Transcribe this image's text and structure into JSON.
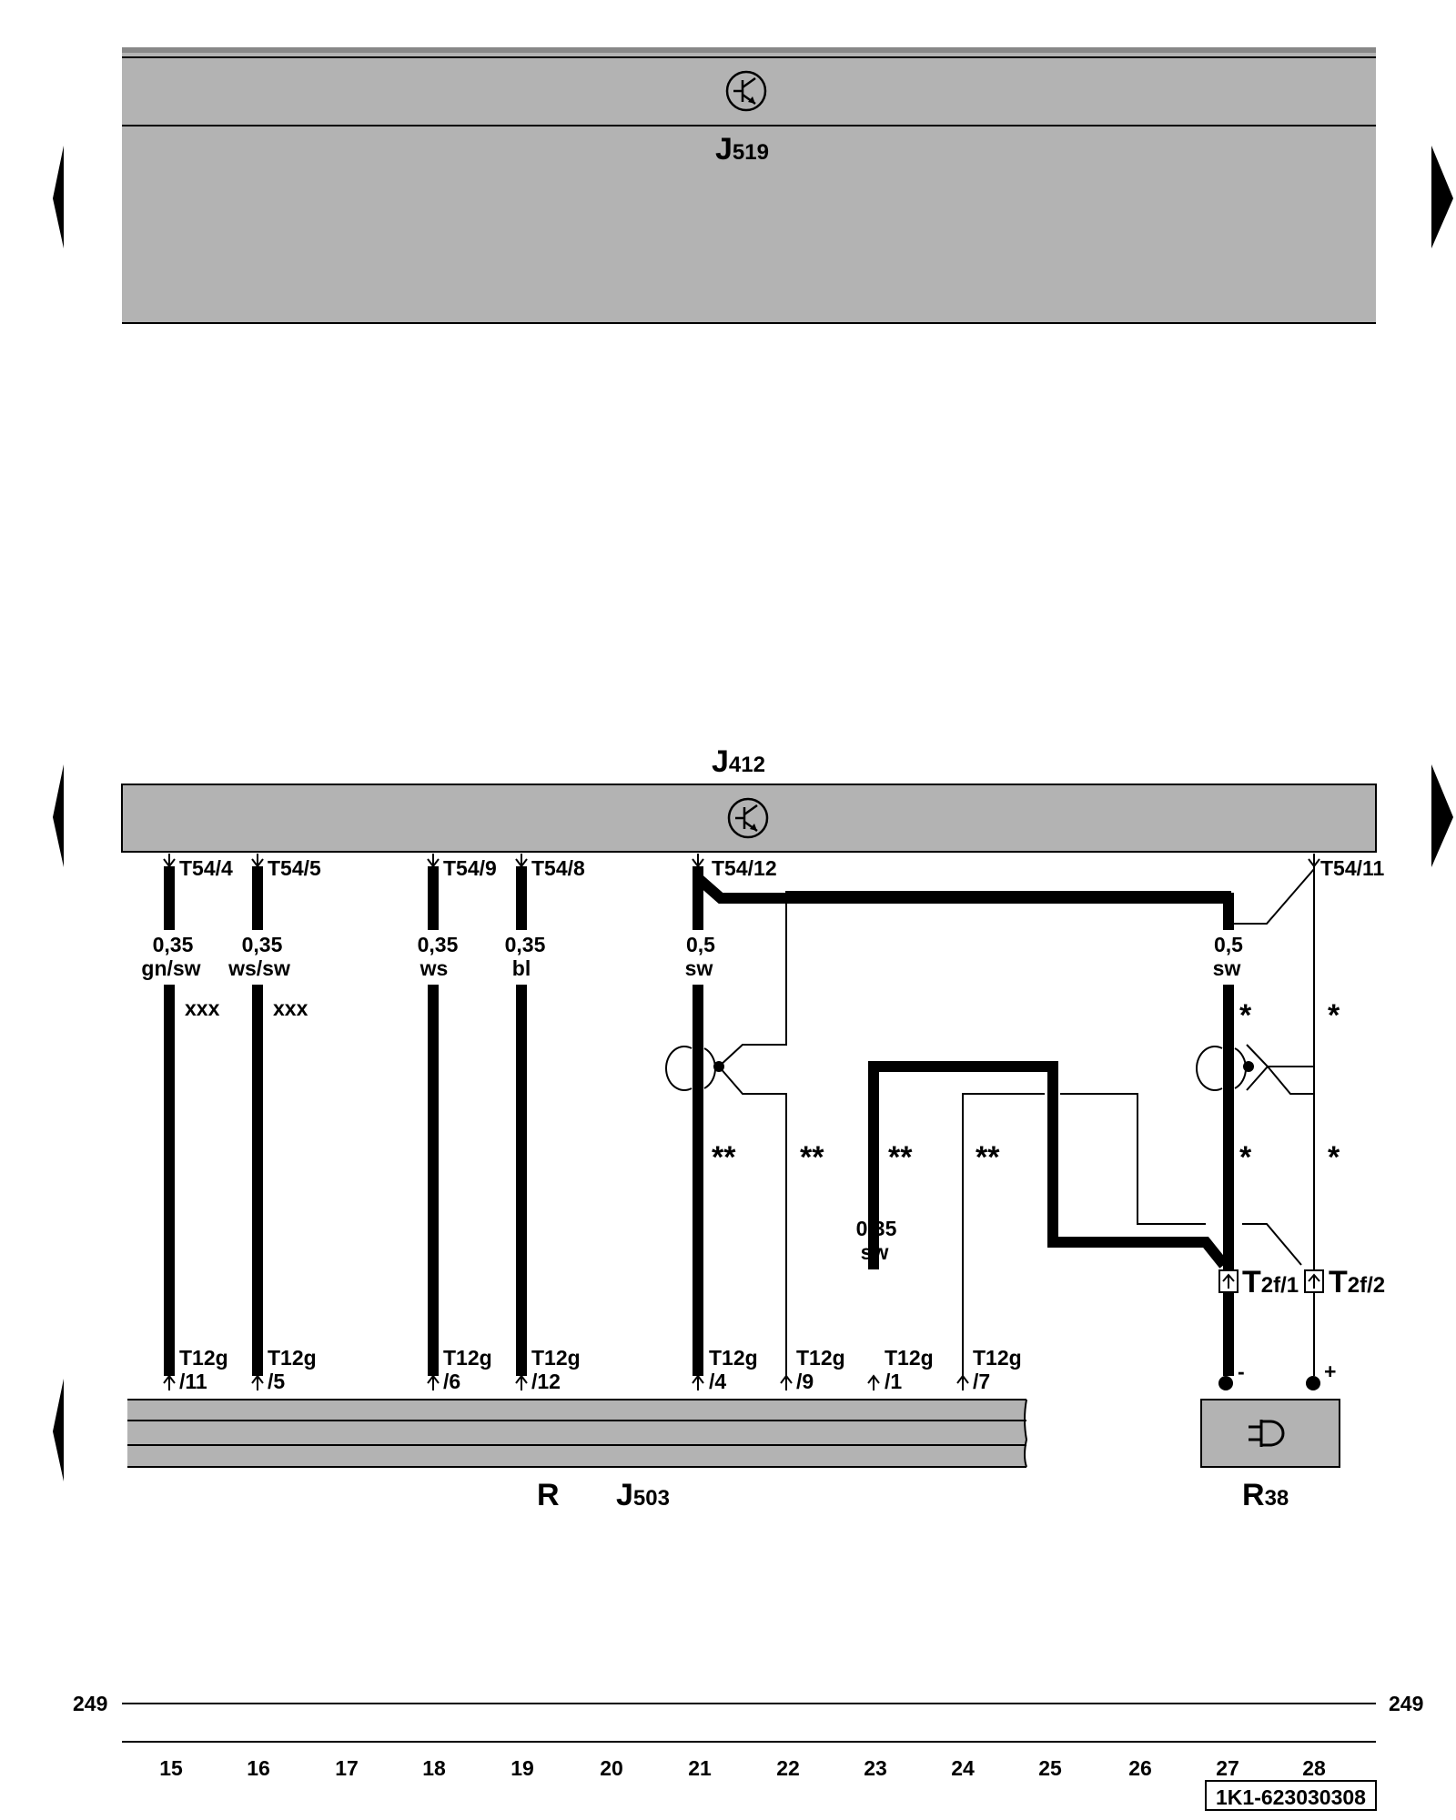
{
  "components": {
    "top_module": {
      "letter": "J",
      "number": "519"
    },
    "module": {
      "letter": "J",
      "number": "412"
    },
    "bottom_left": {
      "r_label": "R",
      "letter": "J",
      "number": "503"
    },
    "speaker": {
      "letter": "R",
      "number": "38"
    }
  },
  "top_pins": [
    "T54/4",
    "T54/5",
    "T54/9",
    "T54/8",
    "T54/12",
    "T54/11"
  ],
  "wires": [
    {
      "size": "0,35",
      "color": "gn/sw"
    },
    {
      "size": "0,35",
      "color": "ws/sw"
    },
    {
      "size": "0,35",
      "color": "ws"
    },
    {
      "size": "0,35",
      "color": "bl"
    },
    {
      "size": "0,5",
      "color": "sw"
    },
    {
      "size": "0,5",
      "color": "sw"
    },
    {
      "size": "0,35",
      "color": "sw"
    }
  ],
  "markers": {
    "xxx": "xxx",
    "double_star": "**",
    "star": "*"
  },
  "bottom_pins": [
    {
      "top": "T12g",
      "bottom": "/11"
    },
    {
      "top": "T12g",
      "bottom": "/5"
    },
    {
      "top": "T12g",
      "bottom": "/6"
    },
    {
      "top": "T12g",
      "bottom": "/12"
    },
    {
      "top": "T12g",
      "bottom": "/4"
    },
    {
      "top": "T12g",
      "bottom": "/9"
    },
    {
      "top": "T12g",
      "bottom": "/1"
    },
    {
      "top": "T12g",
      "bottom": "/7"
    }
  ],
  "connectors": [
    {
      "prefix": "T",
      "sub": "2f/1"
    },
    {
      "prefix": "T",
      "sub": "2f/2"
    }
  ],
  "polarity": {
    "minus": "-",
    "plus": "+"
  },
  "ground_number": "249",
  "columns": [
    "15",
    "16",
    "17",
    "18",
    "19",
    "20",
    "21",
    "22",
    "23",
    "24",
    "25",
    "26",
    "27",
    "28"
  ],
  "doc_id": "1K1-623030308"
}
